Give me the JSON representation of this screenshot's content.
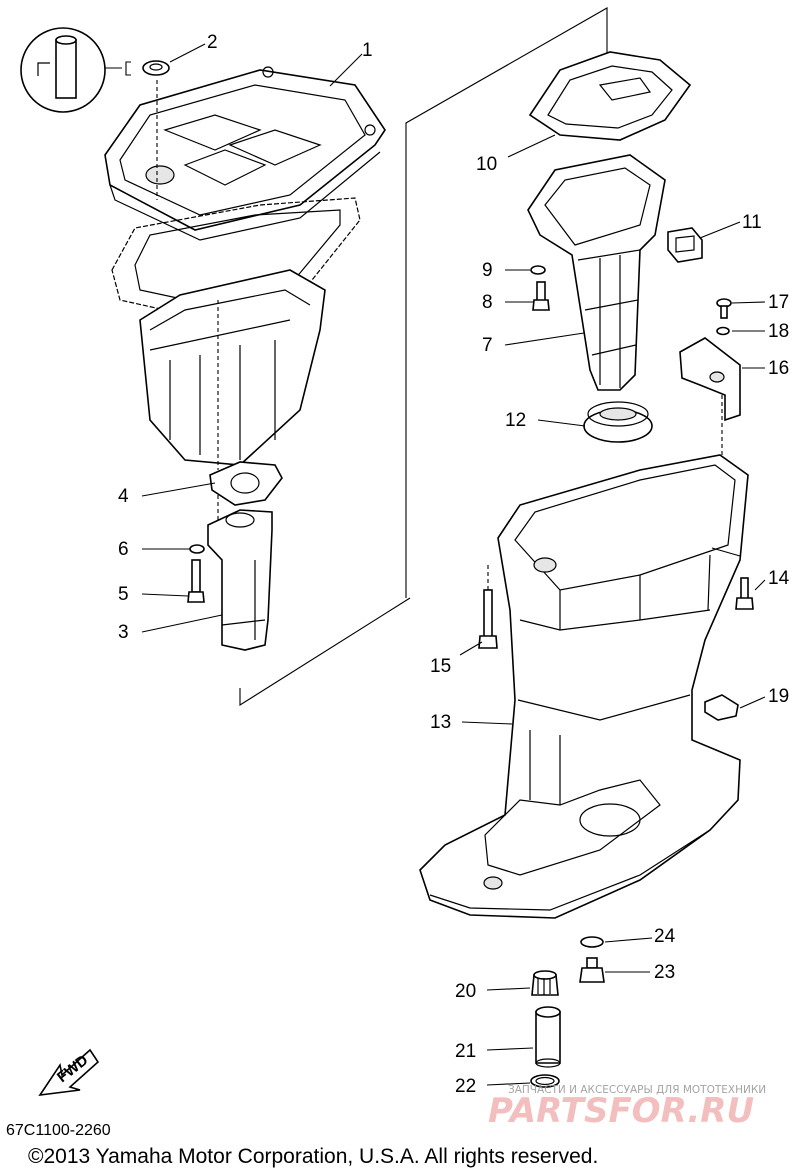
{
  "diagram": {
    "callouts": [
      {
        "id": "1",
        "label": "1"
      },
      {
        "id": "2",
        "label": "2"
      },
      {
        "id": "3",
        "label": "3"
      },
      {
        "id": "4",
        "label": "4"
      },
      {
        "id": "5",
        "label": "5"
      },
      {
        "id": "6",
        "label": "6"
      },
      {
        "id": "7",
        "label": "7"
      },
      {
        "id": "8",
        "label": "8"
      },
      {
        "id": "9",
        "label": "9"
      },
      {
        "id": "10",
        "label": "10"
      },
      {
        "id": "11",
        "label": "11"
      },
      {
        "id": "12",
        "label": "12"
      },
      {
        "id": "13",
        "label": "13"
      },
      {
        "id": "14",
        "label": "14"
      },
      {
        "id": "15",
        "label": "15"
      },
      {
        "id": "16",
        "label": "16"
      },
      {
        "id": "17",
        "label": "17"
      },
      {
        "id": "18",
        "label": "18"
      },
      {
        "id": "19",
        "label": "19"
      },
      {
        "id": "20",
        "label": "20"
      },
      {
        "id": "21",
        "label": "21"
      },
      {
        "id": "22",
        "label": "22"
      },
      {
        "id": "23",
        "label": "23"
      },
      {
        "id": "24",
        "label": "24"
      }
    ],
    "fwd_label": "FWD",
    "diagram_code": "67C1100-2260",
    "copyright": "©2013 Yamaha Motor Corporation, U.S.A. All rights reserved.",
    "watermark_tagline": "ЗАПЧАСТИ И АКСЕССУАРЫ ДЛЯ МОТОТЕХНИКИ",
    "watermark_logo": "PARTSFOR.RU"
  }
}
